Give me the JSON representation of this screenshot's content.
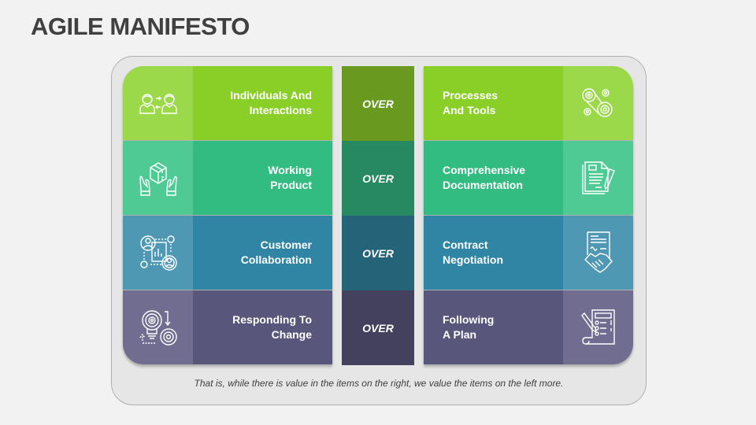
{
  "title": "AGILE MANIFESTO",
  "colors": {
    "row1": {
      "icon_bg": "#9bd84a",
      "text_bg": "#89cf27",
      "over_bg": "#69991e"
    },
    "row2": {
      "icon_bg": "#4fca95",
      "text_bg": "#32bc81",
      "over_bg": "#268961"
    },
    "row3": {
      "icon_bg": "#4f98b3",
      "text_bg": "#2f85a3",
      "over_bg": "#256478"
    },
    "row4": {
      "icon_bg": "#706d91",
      "text_bg": "#58567a",
      "over_bg": "#44415e"
    }
  },
  "rows": [
    {
      "left": {
        "label_line1": "Individuals And",
        "label_line2": "Interactions",
        "icon": "people-exchange-icon"
      },
      "over": "OVER",
      "right": {
        "label_line1": "Processes",
        "label_line2": "And Tools",
        "icon": "gears-icon"
      }
    },
    {
      "left": {
        "label_line1": "Working",
        "label_line2": "Product",
        "icon": "hands-box-icon"
      },
      "over": "OVER",
      "right": {
        "label_line1": "Comprehensive",
        "label_line2": "Documentation",
        "icon": "document-pen-icon"
      }
    },
    {
      "left": {
        "label_line1": "Customer",
        "label_line2": "Collaboration",
        "icon": "collaboration-icon"
      },
      "over": "OVER",
      "right": {
        "label_line1": "Contract",
        "label_line2": "Negotiation",
        "icon": "contract-handshake-icon"
      }
    },
    {
      "left": {
        "label_line1": "Responding To",
        "label_line2": "Change",
        "icon": "lightbulb-target-icon"
      },
      "over": "OVER",
      "right": {
        "label_line1": "Following",
        "label_line2": "A Plan",
        "icon": "checklist-plan-icon"
      }
    }
  ],
  "footer": "That is, while there is value in the items on the right, we value the items on the left more."
}
